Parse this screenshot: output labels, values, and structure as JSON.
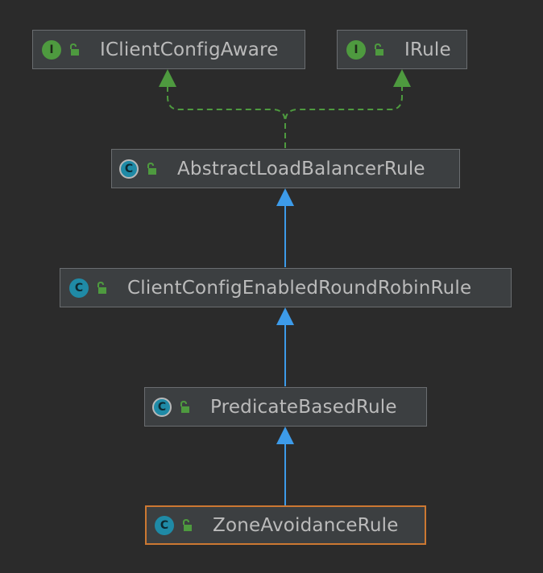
{
  "nodes": {
    "iclientconfigaware": {
      "kind": "I",
      "name": "IClientConfigAware"
    },
    "irule": {
      "kind": "I",
      "name": "IRule"
    },
    "abstractloadbalancerrule": {
      "kind": "C",
      "name": "AbstractLoadBalancerRule"
    },
    "clientconfigenabledroundrobinrule": {
      "kind": "C",
      "name": "ClientConfigEnabledRoundRobinRule"
    },
    "predicatebasedrule": {
      "kind": "C",
      "name": "PredicateBasedRule"
    },
    "zoneavoidancerule": {
      "kind": "C",
      "name": "ZoneAvoidanceRule"
    }
  },
  "colors": {
    "background": "#2b2b2b",
    "implements_edge": "#4e9a3f",
    "extends_edge": "#3d9be9",
    "selected_border": "#cc7832"
  }
}
